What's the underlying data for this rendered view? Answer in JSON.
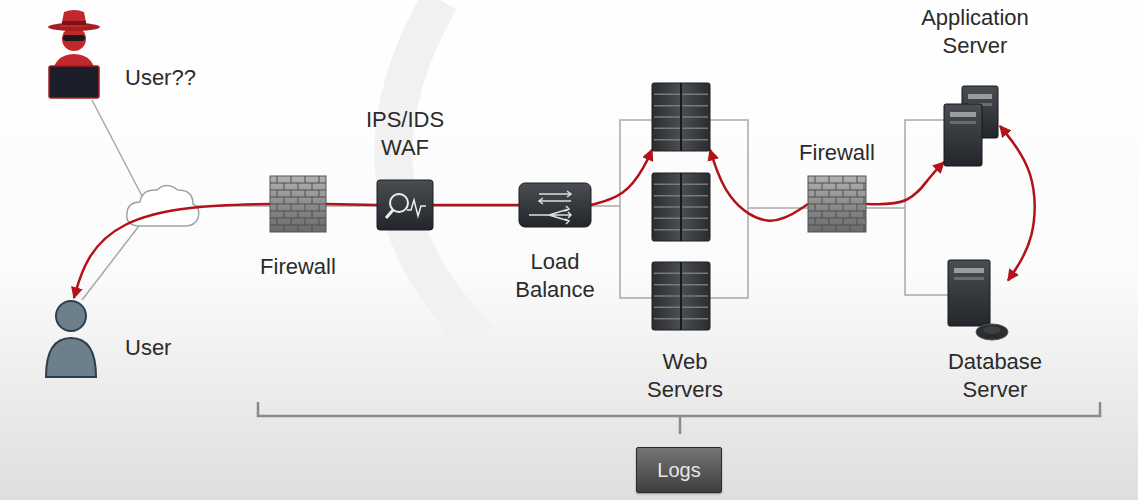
{
  "diagram": {
    "nodes": [
      {
        "text": [
          "User??"
        ]
      },
      {
        "text": [
          "User"
        ]
      },
      {
        "text": [
          "Firewall"
        ]
      },
      {
        "text": [
          "IPS/IDS WAF"
        ]
      },
      {
        "text": [
          "Load Balance"
        ]
      },
      {
        "text": [
          "Web Servers"
        ]
      },
      {
        "text": [
          "Firewall"
        ]
      },
      {
        "text": [
          "Application Server"
        ]
      },
      {
        "text": [
          "Database Server"
        ]
      },
      {
        "text": [
          "Logs"
        ]
      }
    ],
    "edges": [
      {
        "from": 2,
        "to": 1,
        "arrow": "to"
      },
      {
        "from": 2,
        "to": 3,
        "arrow": "none"
      },
      {
        "from": 3,
        "to": 4,
        "arrow": "none"
      },
      {
        "from": 4,
        "to": 5,
        "arrow": "to"
      },
      {
        "from": 6,
        "to": 5,
        "arrow": "to"
      },
      {
        "from": 6,
        "to": 7,
        "arrow": "to"
      },
      {
        "from": 7,
        "to": 8,
        "arrow": "both"
      }
    ]
  }
}
